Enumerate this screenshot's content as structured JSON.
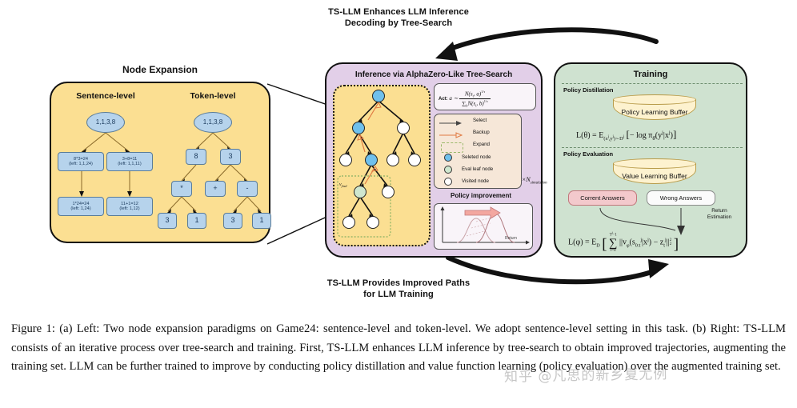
{
  "flow": {
    "top_title": "TS-LLM Enhances LLM Inference\nDecoding by Tree-Search",
    "bottom_title": "TS-LLM Provides Improved Paths\nfor LLM Training"
  },
  "left_panel": {
    "title": "Node Expansion",
    "columns": [
      {
        "heading": "Sentence-level"
      },
      {
        "heading": "Token-level"
      }
    ],
    "sentence_tree": {
      "root": "1,1,3,8",
      "level1": [
        {
          "line1": "8*3=24",
          "line2": "(left: 1,1,24)"
        },
        {
          "line1": "3+8=11",
          "line2": "(left: 1,1,11)"
        }
      ],
      "level2": [
        {
          "line1": "1*24=24",
          "line2": "(left: 1,24)"
        },
        {
          "line1": "11+1=12",
          "line2": "(left: 1,12)"
        }
      ]
    },
    "token_tree": {
      "root": "1,1,3,8",
      "level1": [
        "8",
        "3"
      ],
      "level2": [
        "*",
        "+",
        "-"
      ],
      "level3": [
        "3",
        "1",
        "3",
        "1"
      ]
    }
  },
  "mid_panel": {
    "title": "Inference via AlphaZero-Like Tree-Search",
    "act_formula": {
      "label": "Act:",
      "lhs": "a ∼",
      "numerator": "N(s",
      "numerator_sub": "t",
      "numerator_tail": ", a)",
      "numerator_exp": "1/τ",
      "denominator": "N(s",
      "denominator_sub": "t",
      "denominator_tail": ", b)",
      "denominator_exp": "1/τ",
      "sum_sub": "b"
    },
    "legend": [
      {
        "kind": "arrow-solid",
        "label": "Select"
      },
      {
        "kind": "arrow-open",
        "label": "Backup"
      },
      {
        "kind": "dashed-box",
        "label": "Expand"
      },
      {
        "kind": "swatch-blue",
        "label": "Seleted node"
      },
      {
        "kind": "swatch-green",
        "label": "Eval leaf node"
      },
      {
        "kind": "swatch-white",
        "label": "Visited node"
      }
    ],
    "simulation_multiplier": "×N",
    "simulation_subscript": "simulation",
    "tree_leaf_label": "v",
    "tree_leaf_sub": "final",
    "policy_improvement": {
      "title": "Policy improvement",
      "xlabel": "Return"
    }
  },
  "right_panel": {
    "title": "Training",
    "sections": [
      {
        "name": "Policy Distillation",
        "buffer": "Policy Learning Buffer"
      },
      {
        "name": "Policy Evaluation",
        "buffer": "Value Learning Buffer"
      }
    ],
    "answers": [
      {
        "label": "Corrent Answers",
        "kind": "correct"
      },
      {
        "label": "Wrong Answers",
        "kind": "wrong"
      }
    ],
    "return_estimation": "Return\nEstimation",
    "loss_theta": {
      "lhs": "L(θ) = E",
      "expect_sub": "(x",
      "expect_sub2": ",y",
      "expect_sub3": ")∼D",
      "body": "− log π",
      "body_sub": "θ",
      "body_tail": "(y",
      "body_tail2": "|x",
      "body_tail3": ")"
    },
    "loss_phi": {
      "lhs": "L(φ) = E",
      "expect_sub": "D",
      "sum_top": "T",
      "sum_top_sup": "j",
      "sum_top_tail": "−1",
      "sum_bottom": "t=0",
      "body": "||v",
      "body_sub": "φ",
      "body2": "(s",
      "body2_sub": "0:t",
      "body2_sup": "j",
      "body3": "|x",
      "body3_sup": "j",
      "body4": ") − z",
      "body4_sub": "t",
      "body4_sup": "j",
      "body5": "||",
      "norm_sub": "2",
      "norm_sup": "2"
    }
  },
  "caption": "Figure 1: (a) Left: Two node expansion paradigms on Game24: sentence-level and token-level. We adopt sentence-level setting in this task. (b) Right: TS-LLM consists of an iterative process over tree-search and training. First, TS-LLM enhances LLM inference by tree-search to obtain improved trajectories, augmenting the training set. LLM can be further trained to improve by conducting policy distillation and value function learning (policy evaluation) over the augmented training set.",
  "watermark": "知乎 @凡思的新乡夏尤例",
  "colors": {
    "left_panel_bg": "#fbdf92",
    "mid_panel_bg": "#e2cfe8",
    "right_panel_bg": "#cfe2d0",
    "node_blue": "#b6d3ec",
    "selected_node": "#6fc0ec",
    "eval_node": "#cfe7cf",
    "visited_node": "#ffffff",
    "buffer_yellow": "#fdf2cf",
    "correct_pink": "#f3c9cc",
    "legend_bg": "#f6e7d8",
    "stroke": "#111111"
  }
}
